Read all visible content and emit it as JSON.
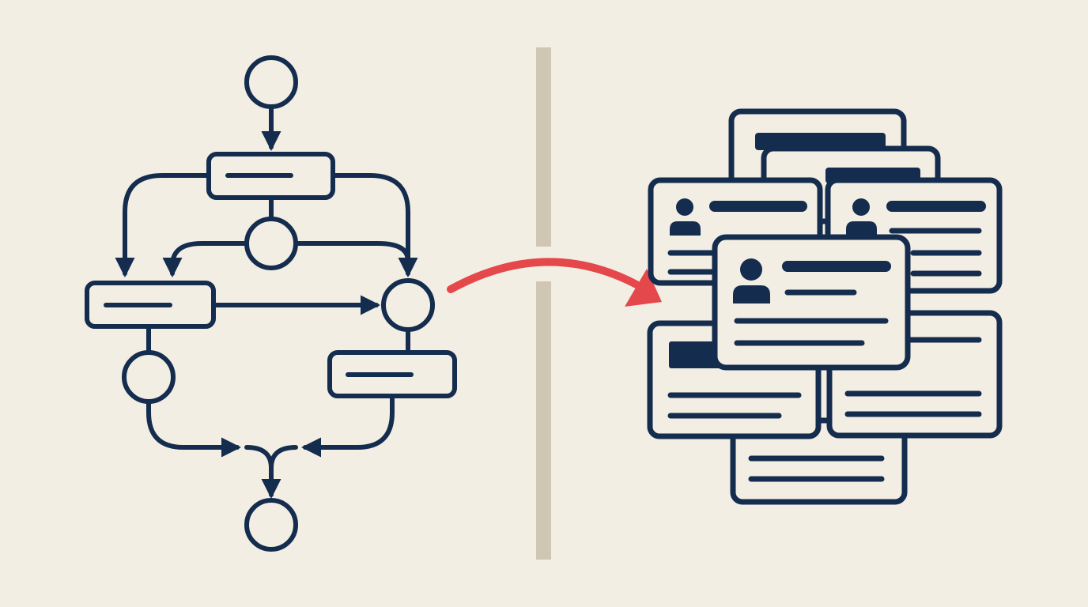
{
  "colors": {
    "background": "#f3eee3",
    "ink": "#142c4e",
    "accent": "#e5484a",
    "divider": "#cfc6b3"
  },
  "diagram": {
    "left_panel": {
      "kind": "flowchart",
      "nodes": [
        "start-circle",
        "process-box-top",
        "decision-circle-middle",
        "process-box-left",
        "merge-circle-right",
        "decision-circle-left",
        "process-box-right",
        "end-circle"
      ]
    },
    "right_panel": {
      "kind": "card-stack",
      "cards": [
        "card-back-top",
        "card-back-top-2",
        "card-profile-left",
        "card-profile-right",
        "card-profile-front",
        "card-list-left",
        "card-list-right",
        "card-list-bottom"
      ]
    },
    "connector": {
      "icon": "curved-arrow-icon"
    }
  }
}
